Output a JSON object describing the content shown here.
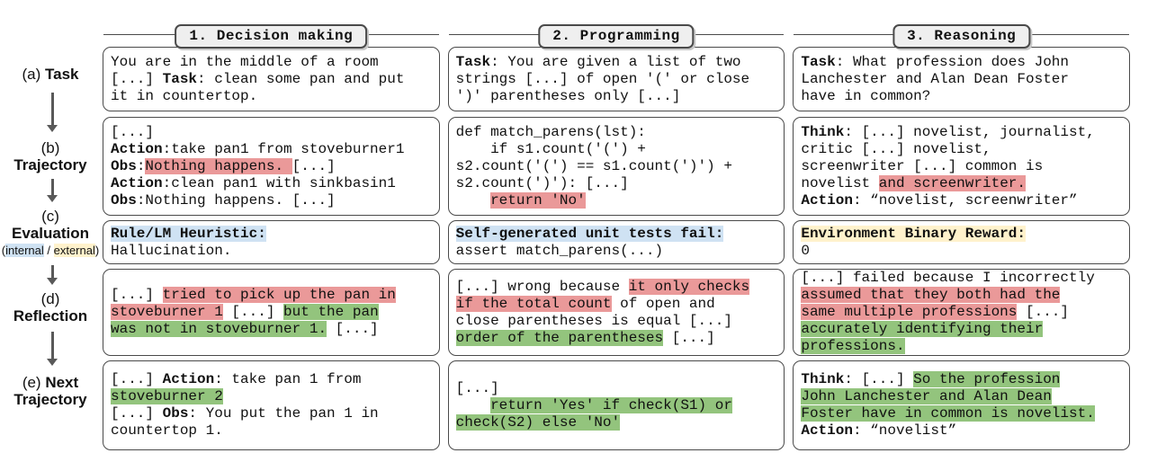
{
  "colors": {
    "highlight_red": "#ea9999",
    "highlight_green": "#93c47d",
    "highlight_blue": "#cfe2f3",
    "highlight_yellow": "#fff2cc",
    "box_border": "#4a4a4a",
    "tab_bg": "#efefef",
    "arrow": "#595959"
  },
  "rail": {
    "a": {
      "prefix": "(a) ",
      "label": "Task"
    },
    "b": {
      "prefix": "(b)",
      "label": "Trajectory"
    },
    "c": {
      "prefix": "(c)",
      "label": "Evaluation",
      "sub_open": "(",
      "sub_internal": "internal",
      "sub_sep": " / ",
      "sub_external": "external",
      "sub_close": ")"
    },
    "d": {
      "prefix": "(d)",
      "label": "Reflection"
    },
    "e": {
      "prefix": "(e) ",
      "label1": "Next",
      "label2": "Trajectory"
    }
  },
  "columns": [
    {
      "header": "1. Decision making",
      "cells": {
        "task": [
          {
            "t": "You are in the middle of a room\n[...] "
          },
          {
            "t": "Task",
            "b": true
          },
          {
            "t": ": clean some pan and put\nit in countertop."
          }
        ],
        "trajectory": [
          {
            "t": "[...]\n"
          },
          {
            "t": "Action",
            "b": true
          },
          {
            "t": ":take pan1 from stoveburner1\n"
          },
          {
            "t": "Obs",
            "b": true
          },
          {
            "t": ":"
          },
          {
            "t": "Nothing happens. ",
            "h": "red"
          },
          {
            "t": "[...]\n"
          },
          {
            "t": "Action",
            "b": true
          },
          {
            "t": ":clean pan1 with sinkbasin1\n"
          },
          {
            "t": "Obs",
            "b": true
          },
          {
            "t": ":Nothing happens. [...]"
          }
        ],
        "evaluation": [
          {
            "t": "Rule/LM Heuristic:",
            "b": true,
            "h": "blue"
          },
          {
            "t": "\nHallucination."
          }
        ],
        "reflection": [
          {
            "t": "[...] "
          },
          {
            "t": "tried to pick up the pan in\nstoveburner 1",
            "h": "red"
          },
          {
            "t": " [...] "
          },
          {
            "t": "but the pan\nwas not in stoveburner 1.",
            "h": "green"
          },
          {
            "t": " [...]"
          }
        ],
        "next": [
          {
            "t": "[...] "
          },
          {
            "t": "Action",
            "b": true
          },
          {
            "t": ": take pan 1 from\n"
          },
          {
            "t": "stoveburner 2",
            "h": "green"
          },
          {
            "t": "\n[...] "
          },
          {
            "t": "Obs",
            "b": true
          },
          {
            "t": ": You put the pan 1 in\ncountertop 1."
          }
        ]
      }
    },
    {
      "header": "2. Programming",
      "cells": {
        "task": [
          {
            "t": "Task",
            "b": true
          },
          {
            "t": ": You are given a list of two\nstrings [...] of open '(' or close\n')' parentheses only [...]"
          }
        ],
        "trajectory": [
          {
            "t": "def match_parens(lst):\n    if s1.count('(') +\ns2.count('(') == s1.count(')') +\ns2.count(')'): [...]\n    "
          },
          {
            "t": "return 'No'",
            "h": "red"
          }
        ],
        "evaluation": [
          {
            "t": "Self-generated unit tests fail:",
            "b": true,
            "h": "blue"
          },
          {
            "t": "\nassert match_parens(...)"
          }
        ],
        "reflection": [
          {
            "t": "[...] wrong because "
          },
          {
            "t": "it only checks\nif the total count",
            "h": "red"
          },
          {
            "t": " of open and\nclose parentheses is equal [...]\n"
          },
          {
            "t": "order of the parentheses",
            "h": "green"
          },
          {
            "t": " [...]"
          }
        ],
        "next": [
          {
            "t": "[...]\n    "
          },
          {
            "t": "return 'Yes' if check(S1) or\ncheck(S2) else 'No'",
            "h": "green"
          }
        ]
      }
    },
    {
      "header": "3. Reasoning",
      "cells": {
        "task": [
          {
            "t": "Task",
            "b": true
          },
          {
            "t": ": What profession does John\nLanchester and Alan Dean Foster\nhave in common?"
          }
        ],
        "trajectory": [
          {
            "t": "Think",
            "b": true
          },
          {
            "t": ": [...] novelist, journalist,\ncritic [...] novelist,\nscreenwriter [...] common is\nnovelist "
          },
          {
            "t": "and screenwriter.",
            "h": "red"
          },
          {
            "t": "\n"
          },
          {
            "t": "Action",
            "b": true
          },
          {
            "t": ": “novelist, screenwriter”"
          }
        ],
        "evaluation": [
          {
            "t": "Environment Binary Reward:",
            "b": true,
            "h": "yellow"
          },
          {
            "t": "\n0"
          }
        ],
        "reflection": [
          {
            "t": "[...] failed because I incorrectly\n"
          },
          {
            "t": "assumed that they both had the\nsame multiple professions",
            "h": "red"
          },
          {
            "t": " [...]\n"
          },
          {
            "t": "accurately identifying their\nprofessions.",
            "h": "green"
          }
        ],
        "next": [
          {
            "t": "Think",
            "b": true
          },
          {
            "t": ": [...] "
          },
          {
            "t": "So the profession\nJohn Lanchester and Alan Dean\nFoster have in common is novelist.",
            "h": "green"
          },
          {
            "t": "\n"
          },
          {
            "t": "Action",
            "b": true
          },
          {
            "t": ": “novelist”"
          }
        ]
      }
    }
  ]
}
